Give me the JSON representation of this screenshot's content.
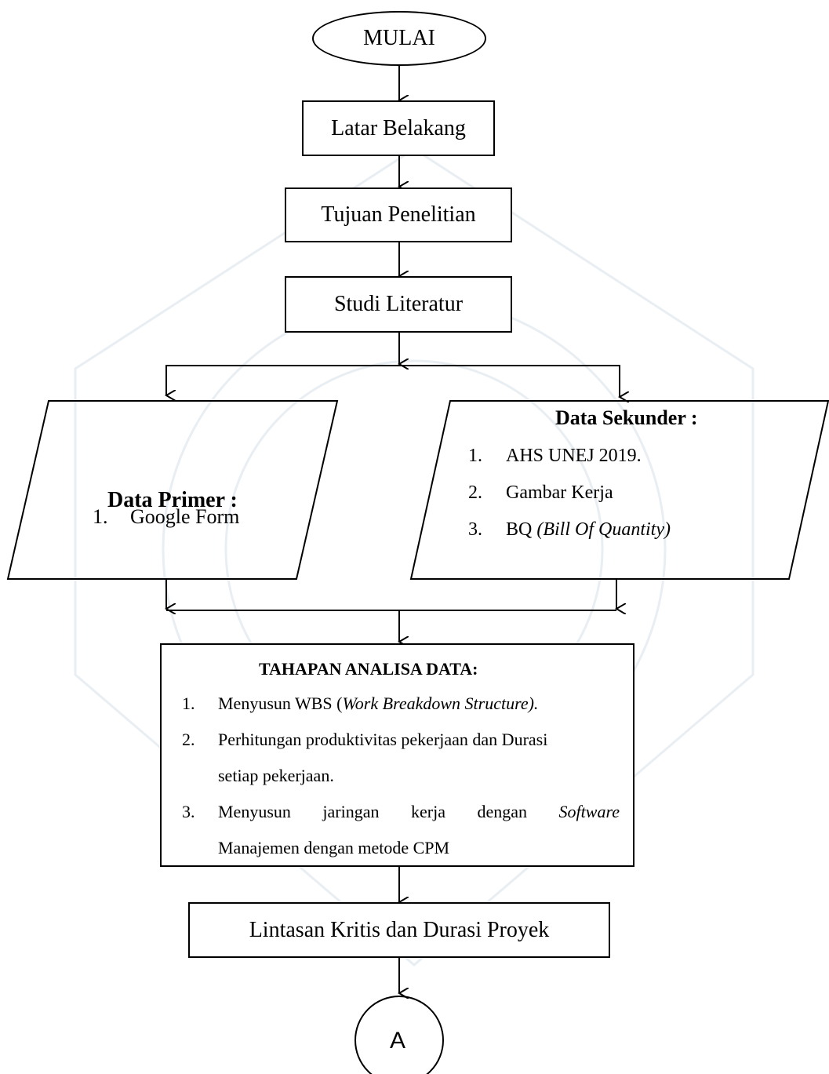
{
  "flowchart": {
    "start": "MULAI",
    "steps": [
      "Latar Belakang",
      "Tujuan Penelitian",
      "Studi Literatur"
    ],
    "primary": {
      "title": "Data Primer :",
      "items": [
        {
          "num": "1.",
          "text": "Google Form"
        }
      ]
    },
    "secondary": {
      "title": "Data Sekunder :",
      "items": [
        {
          "num": "1.",
          "text": "AHS UNEJ 2019."
        },
        {
          "num": "2.",
          "text": "Gambar Kerja"
        },
        {
          "num": "3.",
          "text": "BQ ",
          "italic": "(Bill Of Quantity)"
        }
      ]
    },
    "analysis": {
      "title": "TAHAPAN ANALISA DATA:",
      "item1": {
        "num": "1.",
        "text": "Menyusun WBS (",
        "italic": "Work Breakdown Structure)."
      },
      "item2": {
        "num": "2.",
        "line1": "Perhitungan produktivitas pekerjaan dan Durasi",
        "line2": "setiap pekerjaan."
      },
      "item3": {
        "num": "3.",
        "words": [
          "Menyusun",
          "jaringan",
          "kerja",
          "dengan"
        ],
        "italic": "Software",
        "line2": "Manajemen dengan metode CPM"
      }
    },
    "result": "Lintasan Kritis dan Durasi Proyek",
    "connector": "A"
  }
}
